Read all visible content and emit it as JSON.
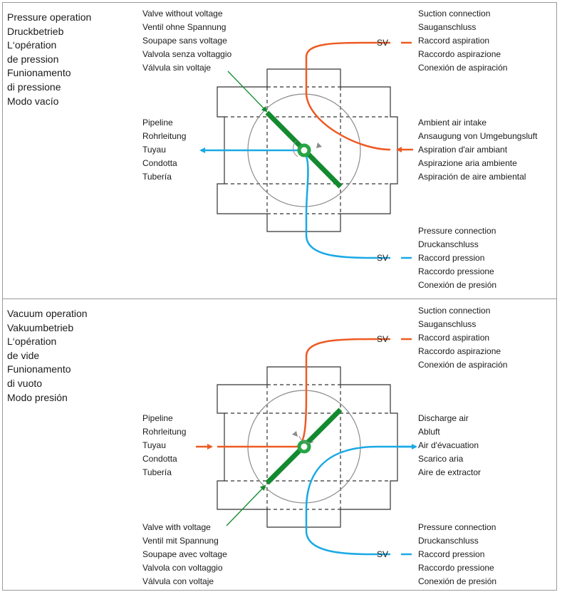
{
  "colors": {
    "suction": "#ee5a24",
    "pressure": "#1aa9e5",
    "valve": "#138a2f",
    "indicator": "#27a544",
    "outline": "#333333",
    "circle": "#8c8c8c"
  },
  "panels": [
    {
      "mode_title": [
        "Pressure operation",
        "Druckbetrieb",
        "L‘opération",
        "de pression",
        "Funionamento",
        "di pressione",
        "Modo vacío"
      ],
      "valve_label": [
        "Valve without voltage",
        "Ventil ohne Spannung",
        "Soupape sans voltage",
        "Valvola senza voltaggio",
        "Válvula sin voltaje"
      ],
      "pipeline_label": [
        "Pipeline",
        "Rohrleitung",
        "Tuyau",
        "Condotta",
        "Tubería"
      ],
      "suction_connection": [
        "Suction connection",
        "Sauganschluss",
        "Raccord aspiration",
        "Raccordo aspirazione",
        "Conexión de aspiración"
      ],
      "ambient_intake": [
        "Ambient air intake",
        "Ansaugung von Umgebungsluft",
        "Aspiration d'air ambiant",
        "Aspirazione aria ambiente",
        "Aspiración de aire ambiental"
      ],
      "pressure_connection": [
        "Pressure connection",
        "Druckanschluss",
        "Raccord pression",
        "Raccordo pressione",
        "Conexión de presión"
      ],
      "sv_top": "SV",
      "sv_bottom": "SV"
    },
    {
      "mode_title": [
        "Vacuum operation",
        "Vakuumbetrieb",
        "L‘opération",
        "de vide",
        "Funionamento",
        "di vuoto",
        "Modo presión"
      ],
      "valve_label": [
        "Valve with voltage",
        "Ventil mit Spannung",
        "Soupape avec voltage",
        "Valvola con voltaggio",
        "Válvula con voltaje"
      ],
      "pipeline_label": [
        "Pipeline",
        "Rohrleitung",
        "Tuyau",
        "Condotta",
        "Tubería"
      ],
      "suction_connection": [
        "Suction connection",
        "Sauganschluss",
        "Raccord aspiration",
        "Raccordo aspirazione",
        "Conexión de aspiración"
      ],
      "discharge_air": [
        "Discharge air",
        "Abluft",
        "Air d'évacuation",
        "Scarico aria",
        "Aire de extractor"
      ],
      "pressure_connection": [
        "Pressure connection",
        "Druckanschluss",
        "Raccord pression",
        "Raccordo pressione",
        "Conexión de presión"
      ],
      "sv_top": "SV",
      "sv_bottom": "SV"
    }
  ]
}
